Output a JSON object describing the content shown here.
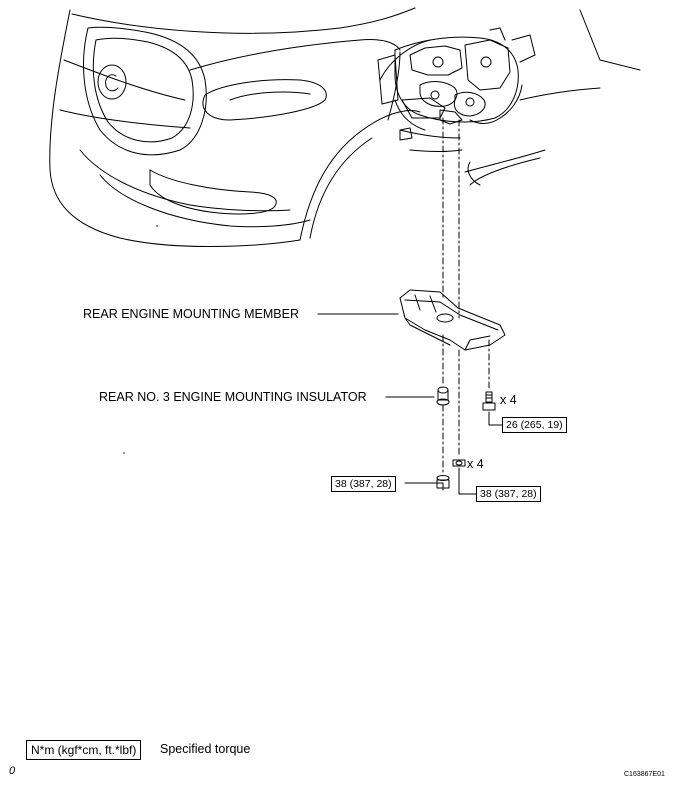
{
  "labels": {
    "rear_engine_mounting_member": "REAR ENGINE MOUNTING MEMBER",
    "rear_no3_insulator": "REAR NO. 3 ENGINE MOUNTING INSULATOR"
  },
  "torques": {
    "bolt_member": "26 (265, 19)",
    "nut_insulator": "38 (387, 28)",
    "nut_member": "38 (387, 28)"
  },
  "quantities": {
    "bolt": "x 4",
    "nut": "x 4"
  },
  "legend": {
    "unit": "N*m (kgf*cm, ft.*lbf)",
    "meaning": "Specified torque"
  },
  "figure_code": "C163867E01",
  "corner_mark": "0"
}
